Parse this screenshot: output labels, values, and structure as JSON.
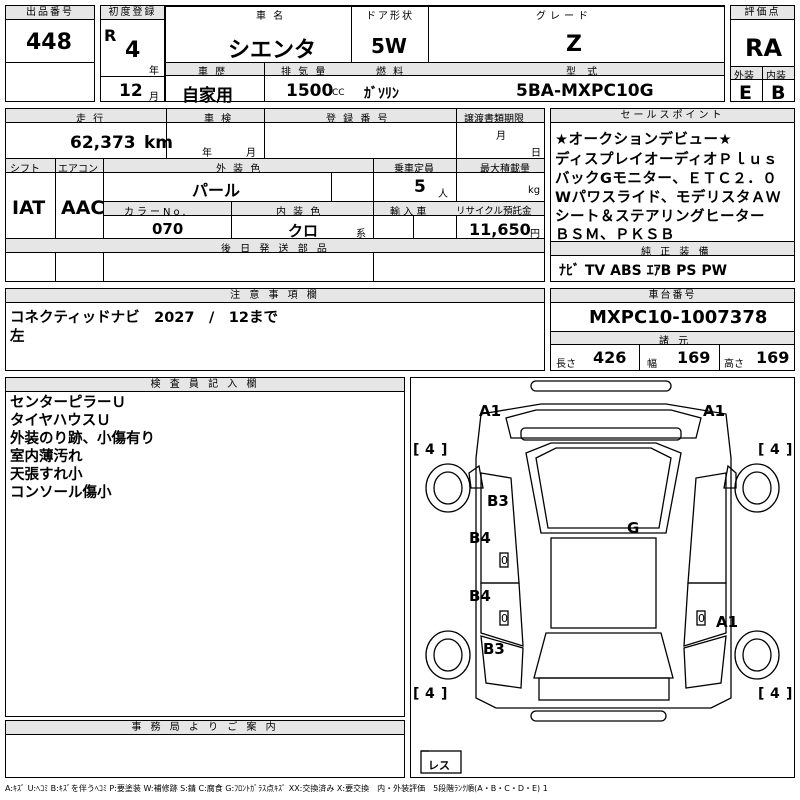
{
  "header": {
    "lot_label": "出品番号",
    "lot_value": "448",
    "first_reg_label": "初度登録",
    "era": "R",
    "year": "4",
    "year_unit": "年",
    "month": "12",
    "month_unit": "月",
    "model_label": "車 名",
    "model_value": "シエンタ",
    "door_label": "ドア形状",
    "door_value": "5W",
    "grade_label": "グレード",
    "grade_value": "Z",
    "score_label": "評価点",
    "score_value": "RA",
    "history_label": "車 歴",
    "history_value": "自家用",
    "displacement_label": "排 気 量",
    "displacement_value": "1500",
    "displacement_unit": "CC",
    "fuel_label": "燃 料",
    "fuel_value": "ｶﾞｿﾘﾝ",
    "type_label": "型 式",
    "type_value": "5BA-MXPC10G",
    "ext_label": "外装",
    "ext_value": "E",
    "int_label": "内装",
    "int_value": "B"
  },
  "mid": {
    "mileage_label": "走 行",
    "mileage_value": "62,373",
    "mileage_unit": "km",
    "inspection_label": "車 検",
    "insp_year_unit": "年",
    "insp_month_unit": "月",
    "regno_label": "登 録 番 号",
    "transfer_label": "譲渡書類期限",
    "transfer_month_unit": "月",
    "transfer_day_unit": "日",
    "shift_label": "シフト",
    "shift_value": "IAT",
    "ac_label": "エアコン",
    "ac_value": "AAC",
    "color_label": "外 装 色",
    "color_value": "パール",
    "seats_label": "乗車定員",
    "seats_value": "5",
    "seats_unit": "人",
    "load_label": "最大積載量",
    "load_unit": "kg",
    "colorno_label": "カラーNo.",
    "colorno_value": "070",
    "intcolor_label": "内 装 色",
    "intcolor_value": "クロ",
    "intcolor_unit": "系",
    "import_label": "輸 入 車",
    "recycle_label": "リサイクル預託金",
    "recycle_value": "11,650",
    "recycle_unit": "円",
    "later_label": "後 日 発 送 部 品"
  },
  "sales_point": {
    "label": "セールスポイント",
    "lines": [
      "★オークションデビュー★",
      "ディスプレイオーディオＰｌｕｓ",
      "バックGモニター、ＥＴＣ２．０",
      "Wパワスライド、モデリスタＡＷ",
      "シート＆ステアリングヒーター",
      "ＢＳＭ、ＰＫＳＢ"
    ]
  },
  "equipment": {
    "label": "純 正 装 備",
    "value": "ﾅﾋﾞ TV ABS ｴｱB PS PW"
  },
  "notes": {
    "label": "注 意 事 項 欄",
    "lines": [
      "コネクティッドナビ　2027　/　12まで",
      "左"
    ]
  },
  "chassis": {
    "label": "車台番号",
    "value": "MXPC10-1007378",
    "dims_label": "諸 元",
    "length_label": "長さ",
    "length_value": "426",
    "width_label": "幅",
    "width_value": "169",
    "height_label": "高さ",
    "height_value": "169"
  },
  "inspector": {
    "label": "検 査 員 記 入 欄",
    "lines": [
      "センターピラーＵ",
      "タイヤハウスＵ",
      "外装のり跡、小傷有り",
      "室内薄汚れ",
      "天張すれ小",
      "コンソール傷小"
    ]
  },
  "office": {
    "label": "事 務 局 よ り ご 案 内"
  },
  "diagram": {
    "marks": {
      "a1_front_left": "A1",
      "a1_front_right": "A1",
      "b3_upper": "B3",
      "g": "G",
      "b4_upper": "B4",
      "b4_lower": "B4",
      "a1_rear_right": "A1",
      "b3_lower": "B3"
    },
    "tires": {
      "front_left": "4",
      "front_right": "4",
      "rear_left": "4",
      "rear_right": "4"
    },
    "tread_mark": "0",
    "spare": "レス"
  },
  "legend": "A:ｷｽﾞ U:ﾍｺﾐ B:ｷｽﾞを伴うﾍｺﾐ P:要塗装 W:補修跡 S:錆 C:腐食 G:ﾌﾛﾝﾄｶﾞﾗｽ点ｷｽﾞ XX:交換済み X:要交換　内・外装評価　5段階ﾗﾝｸ順(A・B・C・D・E) 1"
}
